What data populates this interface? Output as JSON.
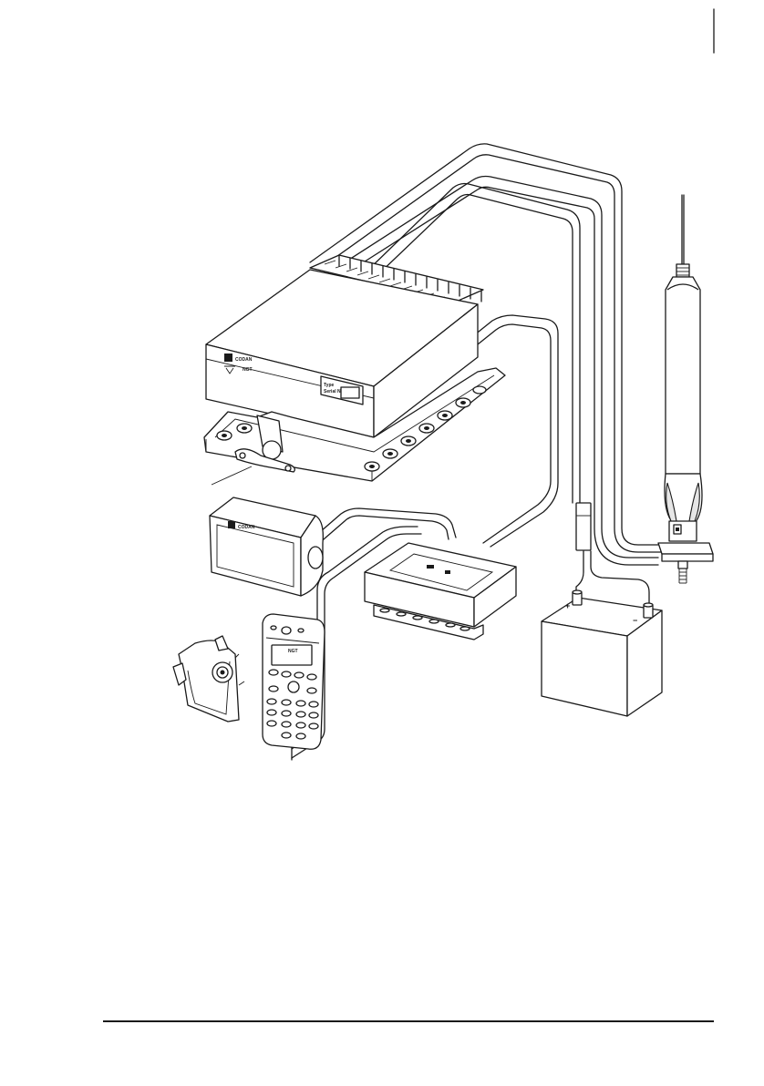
{
  "brand": "CODAN",
  "transceiver": {
    "model_text": "NGT",
    "panel_label_1": "Type",
    "panel_label_2": "Serial No."
  },
  "speaker": {
    "brand": "CODAN"
  },
  "handset": {
    "model_text": "NGT"
  },
  "battery": {
    "positive_terminal": "+",
    "negative_terminal": "−"
  },
  "colors": {
    "line": "#1a1a1a",
    "background": "#ffffff",
    "panel_shade": "#e6e6e6"
  }
}
